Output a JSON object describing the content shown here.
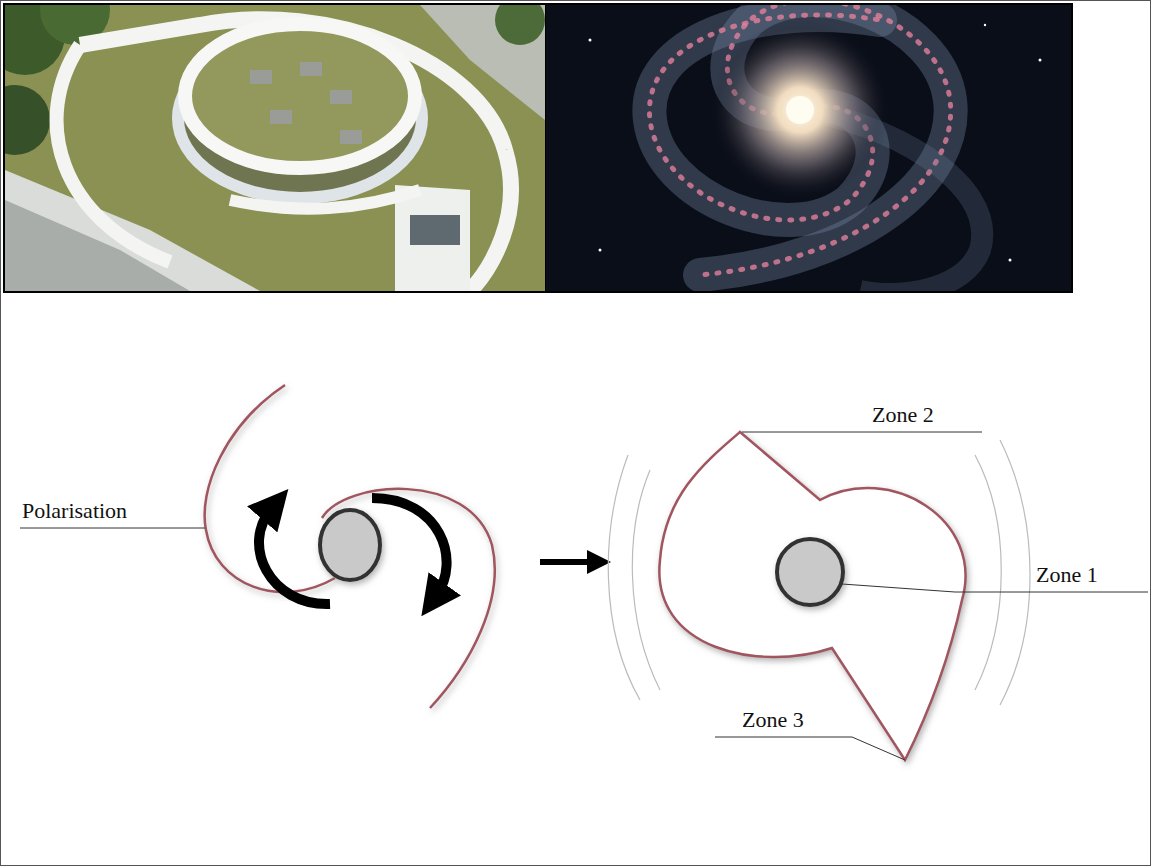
{
  "diagram": {
    "labels": [
      "Polarisation",
      "Zone 2",
      "Zone 1",
      "Zone 3"
    ]
  }
}
